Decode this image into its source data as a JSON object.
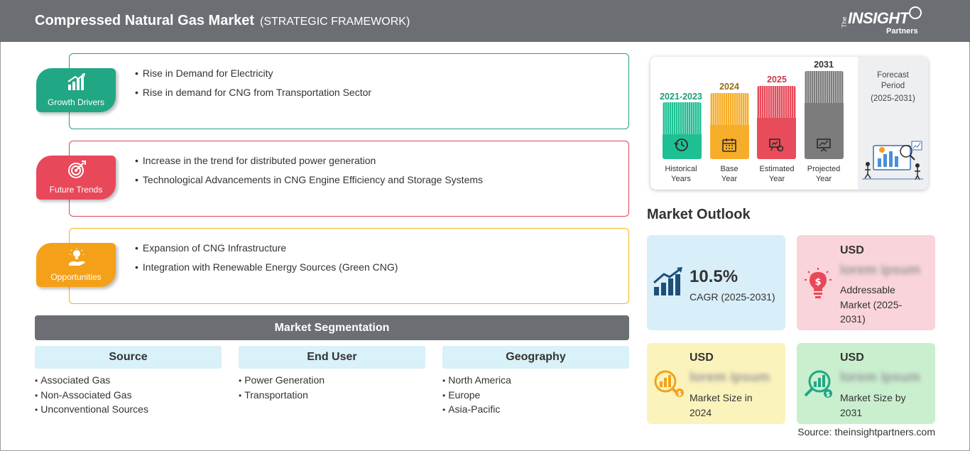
{
  "header": {
    "title": "Compressed Natural Gas Market",
    "subtitle": "(STRATEGIC FRAMEWORK)",
    "logo_the": "The",
    "logo_main": "INSIGHT",
    "logo_partners": "Partners"
  },
  "framework": [
    {
      "label": "Growth Drivers",
      "color": "#21a784",
      "border": "#2a9d7c",
      "items": [
        "Rise in Demand for Electricity",
        "Rise in demand for CNG from Transportation Sector"
      ]
    },
    {
      "label": "Future Trends",
      "color": "#e8485a",
      "border": "#d8465a",
      "items": [
        "Increase in the trend for distributed power generation",
        "Technological Advancements in CNG Engine Efficiency and Storage Systems"
      ]
    },
    {
      "label": "Opportunities",
      "color": "#f4a119",
      "border": "#f2b31f",
      "items": [
        "Expansion of CNG Infrastructure",
        "Integration with Renewable Energy Sources (Green CNG)"
      ]
    }
  ],
  "segmentation": {
    "title": "Market Segmentation",
    "columns": [
      {
        "head": "Source",
        "items": [
          "Associated Gas",
          "Non-Associated Gas",
          "Unconventional Sources"
        ]
      },
      {
        "head": "End User",
        "items": [
          "Power Generation",
          "Transportation"
        ]
      },
      {
        "head": "Geography",
        "items": [
          "North America",
          "Europe",
          "Asia-Pacific"
        ]
      }
    ]
  },
  "timeline": {
    "bars": [
      {
        "year": "2021-2023",
        "label_1": "Historical",
        "label_2": "Years",
        "color": "#1fbf94",
        "year_color": "#1a9c78",
        "icon": "history-icon"
      },
      {
        "year": "2024",
        "label_1": "Base",
        "label_2": "Year",
        "color": "#f6ae2a",
        "year_color": "#9a6a10",
        "icon": "calendar-icon"
      },
      {
        "year": "2025",
        "label_1": "Estimated",
        "label_2": "Year",
        "color": "#e84c5b",
        "year_color": "#c93a4a",
        "icon": "estimate-icon"
      },
      {
        "year": "2031",
        "label_1": "Projected",
        "label_2": "Year",
        "color": "#7c7c7c",
        "year_color": "#333333",
        "icon": "projection-icon"
      }
    ],
    "forecast_title_1": "Forecast",
    "forecast_title_2": "Period",
    "forecast_range": "(2025-2031)"
  },
  "outlook": {
    "title": "Market Outlook",
    "cagr": {
      "value": "10.5%",
      "label": "CAGR (2025-2031)",
      "bg": "#d8eef8"
    },
    "addressable": {
      "usd": "USD",
      "value": "lorem ipsum",
      "label_1": "Addressable",
      "label_2": "Market (2025-",
      "label_3": "2031)",
      "bg": "#f9d4da"
    },
    "size_2024": {
      "usd": "USD",
      "value": "lorem ipsum",
      "label_1": "Market Size in",
      "label_2": "2024",
      "bg": "#fbf3bc"
    },
    "size_2031": {
      "usd": "USD",
      "value": "lorem ipsum",
      "label_1": "Market Size by",
      "label_2": "2031",
      "bg": "#c9efcf"
    }
  },
  "source": "Source: theinsightpartners.com"
}
